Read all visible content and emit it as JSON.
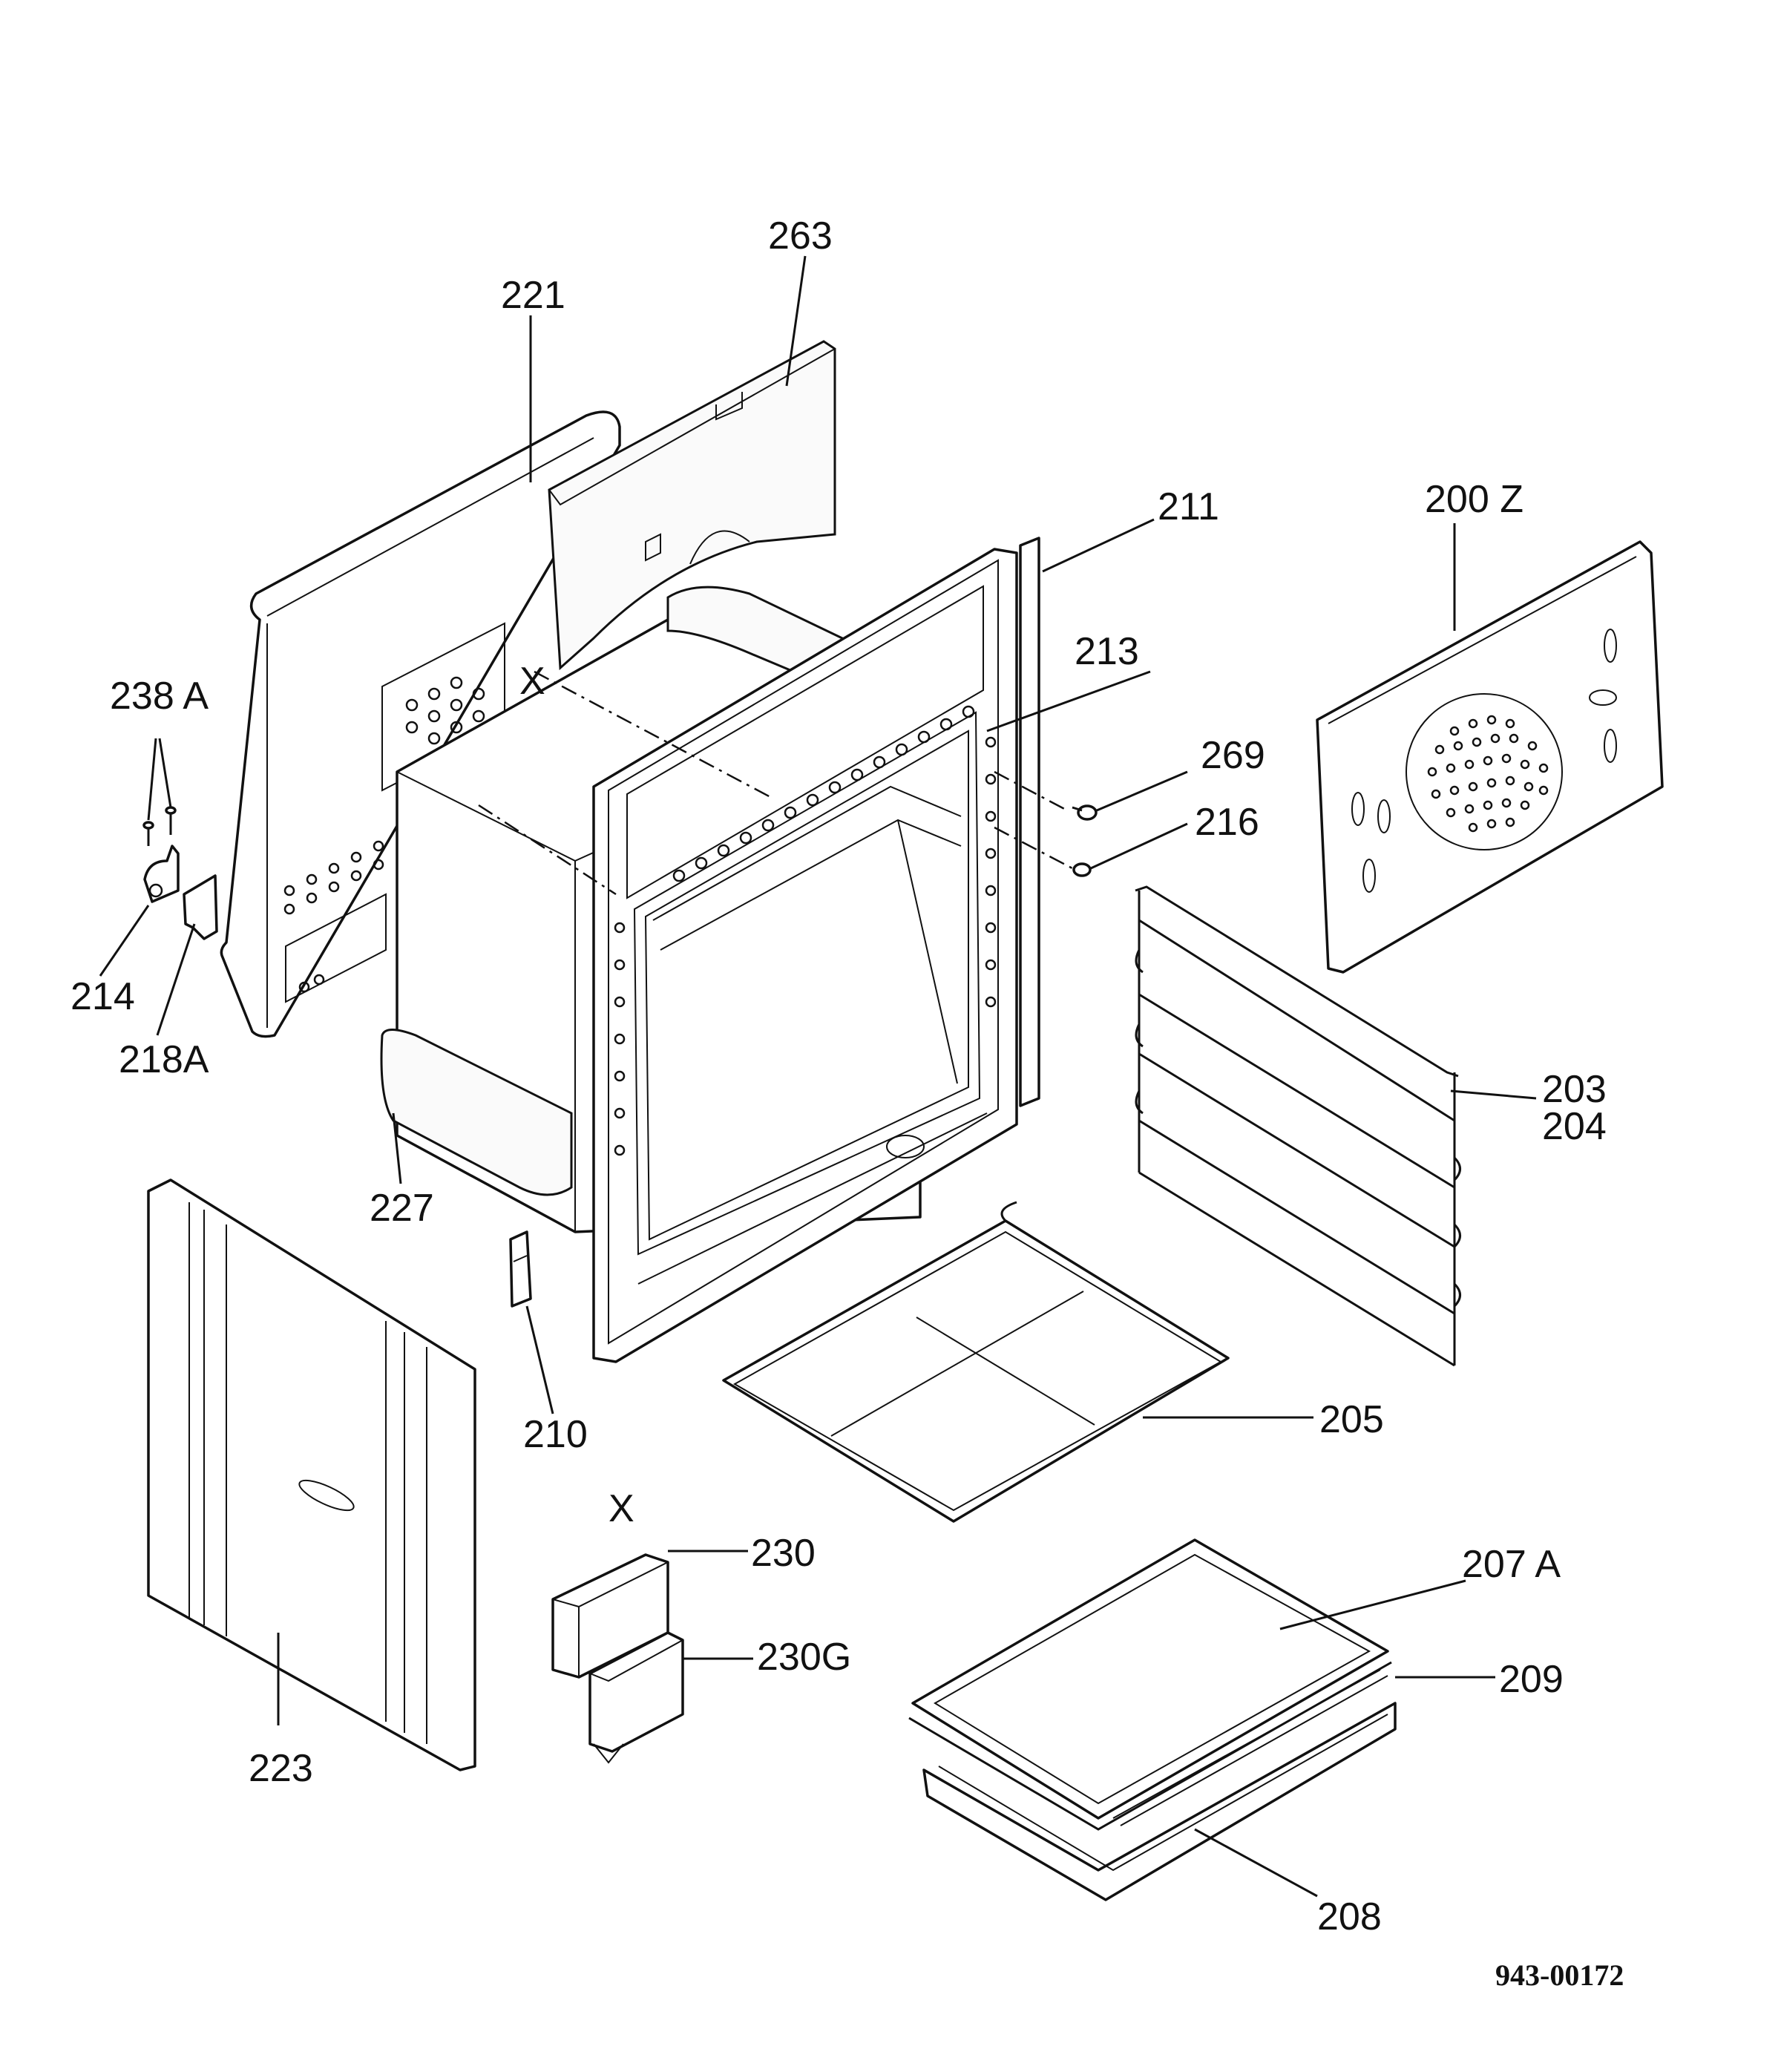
{
  "diagram": {
    "labels": {
      "l263": "263",
      "l221": "221",
      "l211": "211",
      "l200z": "200 Z",
      "l213": "213",
      "l238a": "238 A",
      "l269": "269",
      "l216": "216",
      "l214": "214",
      "l218a": "218A",
      "l203": "203",
      "l204": "204",
      "l227": "227",
      "l210": "210",
      "l205": "205",
      "l230": "230",
      "l230g": "230G",
      "l207a": "207 A",
      "l209": "209",
      "l223": "223",
      "l208": "208",
      "x_mark_top": "X",
      "x_mark_bottom": "X"
    },
    "document_id": "943-00172"
  }
}
